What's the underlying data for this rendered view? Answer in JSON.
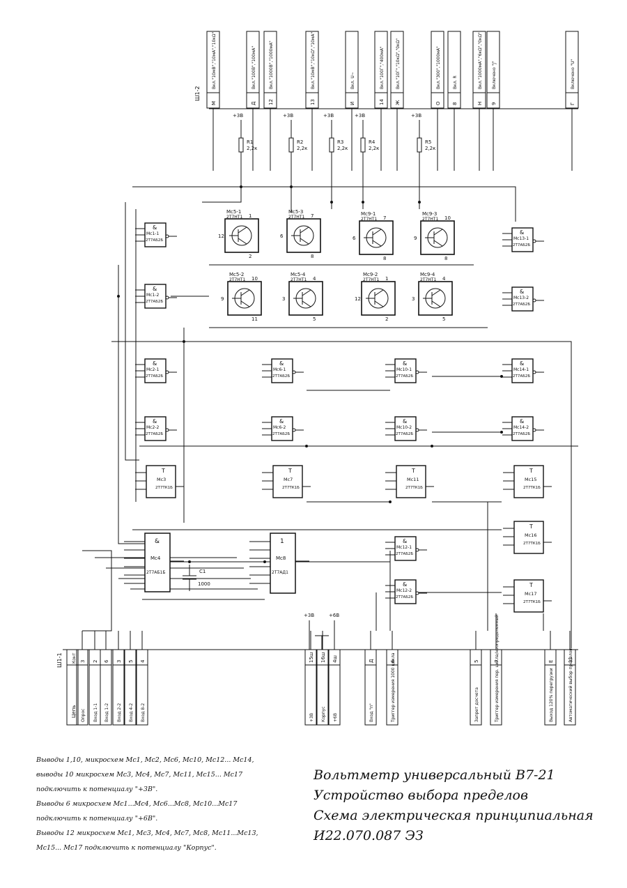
{
  "top_connector": {
    "label": "Ш1-2",
    "pins": [
      {
        "num": "М",
        "signal": "Вкл.\"10мВ\",\"10мА\",\"10кΩ\""
      },
      {
        "num": "Д",
        "signal": "Вкл.\"100В\",\"100мА\""
      },
      {
        "num": "12",
        "signal": "Вкл.\"1000В\",\"1000мА\""
      },
      {
        "num": "13",
        "signal": "Вкл.\"10мВ\",\"10кΩ\",\"10мА\""
      },
      {
        "num": "И",
        "signal": "Вкл. U~"
      },
      {
        "num": "14",
        "signal": "Вкл.\"100Г\",\"400мА\""
      },
      {
        "num": "Ж",
        "signal": "Вкл.\"10Г\",\"10кΩ\",\"0кΩ\""
      },
      {
        "num": "О",
        "signal": "Вкл.\"300\",\"1000мА\""
      },
      {
        "num": "8",
        "signal": "Вкл. R"
      },
      {
        "num": "Н",
        "signal": "Вкл.\"1000мА\",\"6кΩ\",\"0кΩ\""
      },
      {
        "num": "9",
        "signal": "Включено \"J\""
      },
      {
        "num": "Г",
        "signal": "Включено \"U\""
      }
    ]
  },
  "resistors": [
    {
      "ref": "R1",
      "value": "2,2к",
      "supply": "+3В"
    },
    {
      "ref": "R2",
      "value": "2,2к",
      "supply": "+3В"
    },
    {
      "ref": "R3",
      "value": "2,2к",
      "supply": "+3В"
    },
    {
      "ref": "R4",
      "value": "2,2к",
      "supply": "+3В"
    },
    {
      "ref": "R5",
      "value": "2,2к",
      "supply": "+3В"
    }
  ],
  "transistors": [
    {
      "ref": "Мс5-1",
      "type": "2Т7НТ1",
      "pins": [
        "12",
        "1",
        "2"
      ]
    },
    {
      "ref": "Мс5-3",
      "type": "2Т7НТ1",
      "pins": [
        "6",
        "7",
        "8"
      ]
    },
    {
      "ref": "Мс9-1",
      "type": "2Т7НТ1",
      "pins": [
        "6",
        "7",
        "8"
      ]
    },
    {
      "ref": "Мс9-3",
      "type": "2Т7НТ1",
      "pins": [
        "9",
        "10",
        "8"
      ]
    },
    {
      "ref": "Мс5-2",
      "type": "2Т7НТ1",
      "pins": [
        "9",
        "10",
        "11"
      ]
    },
    {
      "ref": "Мс5-4",
      "type": "2Т7НТ1",
      "pins": [
        "3",
        "4",
        "5"
      ]
    },
    {
      "ref": "Мс9-2",
      "type": "2Т7НТ1",
      "pins": [
        "12",
        "1",
        "2"
      ]
    },
    {
      "ref": "Мс9-4",
      "type": "2Т7НТ1",
      "pins": [
        "3",
        "4",
        "5"
      ]
    }
  ],
  "gates": [
    {
      "ref": "Мс1-1",
      "type": "2Т7АБ2Б",
      "sym": "&"
    },
    {
      "ref": "Мс1-2",
      "type": "2Т7АБ2Б",
      "sym": "&"
    },
    {
      "ref": "Мс2-1",
      "type": "2Т7АБ2Б",
      "sym": "&"
    },
    {
      "ref": "Мс2-2",
      "type": "2Т7АБ2Б",
      "sym": "&"
    },
    {
      "ref": "Мс6-1",
      "type": "2Т7АБ2Б",
      "sym": "&"
    },
    {
      "ref": "Мс6-2",
      "type": "2Т7АБ2Б",
      "sym": "&"
    },
    {
      "ref": "Мс10-1",
      "type": "2Т7АБ2Б",
      "sym": "&"
    },
    {
      "ref": "Мс10-2",
      "type": "2Т7АБ2Б",
      "sym": "&"
    },
    {
      "ref": "Мс13-1",
      "type": "2Т7АБ2Б",
      "sym": "&"
    },
    {
      "ref": "Мс13-2",
      "type": "2Т7АБ2Б",
      "sym": "&"
    },
    {
      "ref": "Мс14-1",
      "type": "2Т7АБ2Б",
      "sym": "&"
    },
    {
      "ref": "Мс14-2",
      "type": "2Т7АБ2Б",
      "sym": "&"
    },
    {
      "ref": "Мс12-1",
      "type": "2Т7АБ2Б",
      "sym": "&"
    },
    {
      "ref": "Мс12-2",
      "type": "2Т7АБ2Б",
      "sym": "&"
    }
  ],
  "triggers": [
    {
      "ref": "Мс3",
      "type": "2Т7ТК1Б",
      "sym": "T"
    },
    {
      "ref": "Мс7",
      "type": "2Т7ТК1Б",
      "sym": "T"
    },
    {
      "ref": "Мс11",
      "type": "2Т7ТК1Б",
      "sym": "T"
    },
    {
      "ref": "Мс15",
      "type": "2Т7ТК1Б",
      "sym": "T"
    },
    {
      "ref": "Мс16",
      "type": "2Т7ТК1Б",
      "sym": "T"
    },
    {
      "ref": "Мс17",
      "type": "2Т7ТК1Б",
      "sym": "T"
    }
  ],
  "big_gates": [
    {
      "ref": "Мс4",
      "type": "2Т7АБ1Б",
      "sym": "&"
    },
    {
      "ref": "Мс8",
      "type": "2Т7АД1",
      "sym": "1"
    }
  ],
  "capacitor": {
    "ref": "С1",
    "value": "1000"
  },
  "supplies": {
    "plus3": "+3В",
    "plus6": "+6В"
  },
  "bottom_connector": {
    "label": "Ш1-1",
    "cont_label": "Конт",
    "chain_label": "Цепь",
    "groups": [
      {
        "pins": [
          {
            "num": "3",
            "signal": "Опрос"
          },
          {
            "num": "2",
            "signal": "Вход 1-1"
          },
          {
            "num": "6",
            "signal": "Вход 1-2"
          },
          {
            "num": "3",
            "signal": "Вход 2-2"
          },
          {
            "num": "5",
            "signal": "Вход 4-2"
          },
          {
            "num": "4",
            "signal": "Вход 8-2"
          }
        ]
      },
      {
        "pins": [
          {
            "num": "15ш",
            "signal": "+3В"
          },
          {
            "num": "16ш",
            "signal": "Корпус"
          },
          {
            "num": "4ш",
            "signal": "+6В"
          }
        ]
      },
      {
        "pins": [
          {
            "num": "Д",
            "signal": "Вход \"п\""
          }
        ]
      },
      {
        "pins": [
          {
            "num": "6",
            "signal": "Триггер измерения 1000 цикла"
          }
        ]
      },
      {
        "pins": [
          {
            "num": "5",
            "signal": "Запрет досчета"
          }
        ]
      },
      {
        "pins": [
          {
            "num": "7",
            "signal": "Триггер измерения пер. цикла/неопределенный"
          }
        ]
      },
      {
        "pins": [
          {
            "num": "Е",
            "signal": "Выход 120% перегрузки"
          }
        ]
      },
      {
        "pins": [
          {
            "num": "11",
            "signal": "Автоматический выбор пределов"
          }
        ]
      }
    ]
  },
  "notes": [
    "Выводы 1,10, микросхем Мс1, Мс2, Мс6, Мс10, Мс12... Мс14,",
    "выводы 10 микросхем Мс3, Мс4, Мс7, Мс11, Мс15... Мс17",
    "подключить к потенциалу \"+3В\".",
    "Выводы 6 микросхем Мс1...Мс4, Мс6...Мс8, Мс10...Мс17",
    "подключить к потенциалу \"+6В\".",
    "Выводы 12 микросхем Мс1, Мс3, Мс4, Мс7, Мс8, Мс11...Мс13,",
    "Мс15... Мс17 подключить к потенциалу \"Корпус\"."
  ],
  "title_block": {
    "line1": "Вольтметр универсальный В7-21",
    "line2": "Устройство выбора пределов",
    "line3": "Схема электрическая принципиальная",
    "line4": "И22.070.087 ЭЗ"
  }
}
